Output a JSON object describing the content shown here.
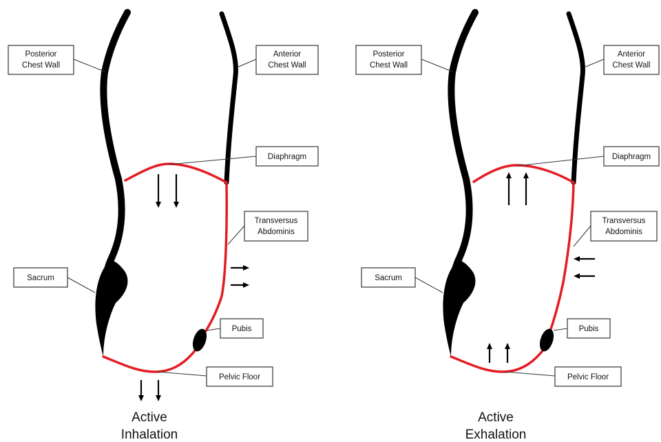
{
  "panels": [
    {
      "id": "inhalation",
      "labels": {
        "posterior_chest_wall": [
          "Posterior",
          "Chest Wall"
        ],
        "anterior_chest_wall": [
          "Anterior",
          "Chest Wall"
        ],
        "diaphragm": "Diaphragm",
        "transversus_abdominis": [
          "Transversus",
          "Abdominis"
        ],
        "sacrum": "Sacrum",
        "pubis": "Pubis",
        "pelvic_floor": "Pelvic Floor"
      },
      "caption": [
        "Active",
        "Inhalation"
      ],
      "arrow_directions": {
        "diaphragm": "down",
        "abdominal_wall": "right",
        "pelvic_floor": "down"
      }
    },
    {
      "id": "exhalation",
      "labels": {
        "posterior_chest_wall": [
          "Posterior",
          "Chest Wall"
        ],
        "anterior_chest_wall": [
          "Anterior",
          "Chest Wall"
        ],
        "diaphragm": "Diaphragm",
        "transversus_abdominis": [
          "Transversus",
          "Abdominis"
        ],
        "sacrum": "Sacrum",
        "pubis": "Pubis",
        "pelvic_floor": "Pelvic Floor"
      },
      "caption": [
        "Active",
        "Exhalation"
      ],
      "arrow_directions": {
        "diaphragm": "up",
        "abdominal_wall": "left",
        "pelvic_floor": "up"
      }
    }
  ],
  "colors": {
    "structure": "#000000",
    "muscle": "#e31b23",
    "label_border": "#333333"
  }
}
